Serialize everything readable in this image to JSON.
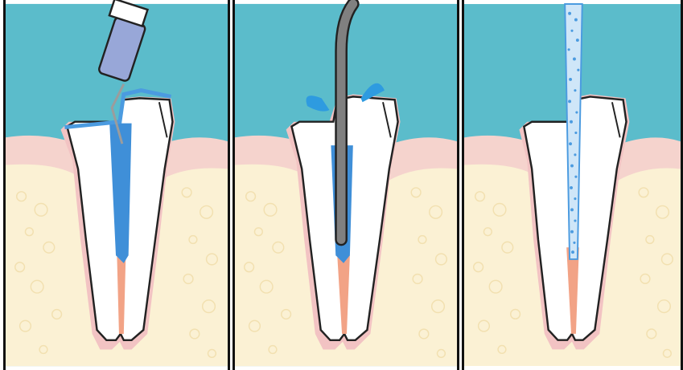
{
  "colors": {
    "sky": "#5bbccb",
    "gum": "#f5d3cd",
    "gum_edge": "#f1b8b0",
    "bone": "#fbf1d4",
    "bone_bubble": "#f7e4b8",
    "tooth": "#ffffff",
    "tooth_outline": "#222222",
    "pulp": "#f2a386",
    "irrigant_blue": "#3f8fd8",
    "syringe_barrel": "#98a7d8",
    "needle_grey": "#9c9c9c",
    "suction_tip": "#808080",
    "fiber_post": "#cfe6f8",
    "fiber_dots": "#4b9be0"
  },
  "panels": [
    {
      "step": "etch-and-fill",
      "tool": "syringe-with-needle",
      "icon": "syringe-icon"
    },
    {
      "step": "suction-dry",
      "tool": "suction-tip",
      "icon": "suction-tip-icon"
    },
    {
      "step": "post-insertion",
      "tool": "fiber-post",
      "icon": "fiber-post-icon"
    }
  ]
}
